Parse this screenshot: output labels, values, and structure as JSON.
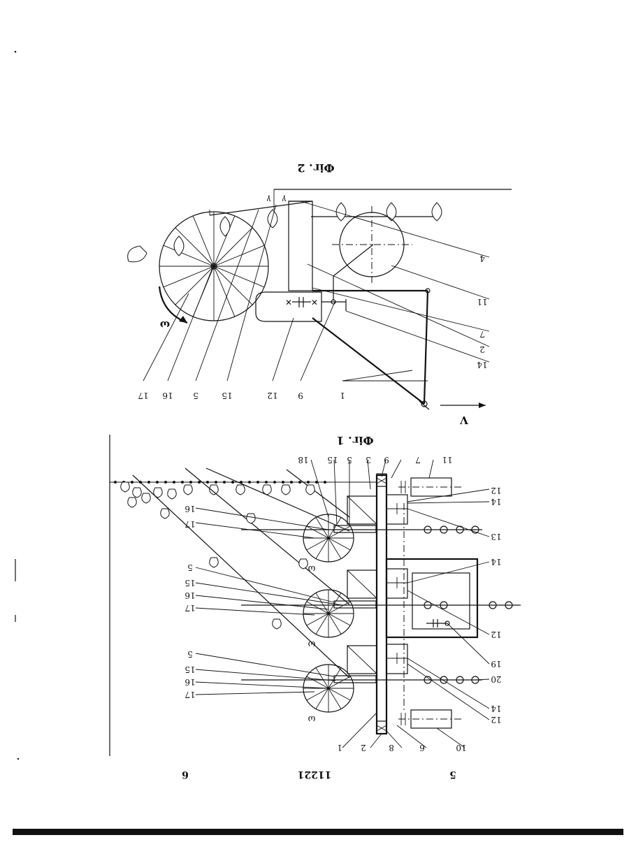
{
  "page": {
    "page_left": "5",
    "patent_number": "11221",
    "page_right": "6"
  },
  "fig1": {
    "caption": "Фіг. 1",
    "labels": {
      "l1": "1",
      "l2": "2",
      "l8": "8",
      "l6": "6",
      "l10": "10",
      "l12a": "12",
      "l14a": "14",
      "l20": "20",
      "l19": "19",
      "l12b": "12",
      "l14b": "14",
      "l13": "13",
      "l14c": "14",
      "l12c": "12",
      "l11": "11",
      "l7": "7",
      "l9": "9",
      "l3": "3",
      "l5top": "5",
      "l15top": "15",
      "l18": "18",
      "l17a": "17",
      "l16a": "16",
      "l15a": "15",
      "l5a": "5",
      "l17b": "17",
      "l16b": "16",
      "l15b": "15",
      "l5b": "5",
      "l17c": "17",
      "l16c": "16"
    },
    "omega": "ω"
  },
  "fig2": {
    "caption": "Фіг. 2",
    "velocity": "V",
    "omega": "ω",
    "gamma": "γ",
    "labels": {
      "l1": "1",
      "l9": "9",
      "l12": "12",
      "l15": "15",
      "l5": "5",
      "l16": "16",
      "l17": "17",
      "l14": "14",
      "l2": "2",
      "l7": "7",
      "l11": "11",
      "l4": "4"
    }
  }
}
